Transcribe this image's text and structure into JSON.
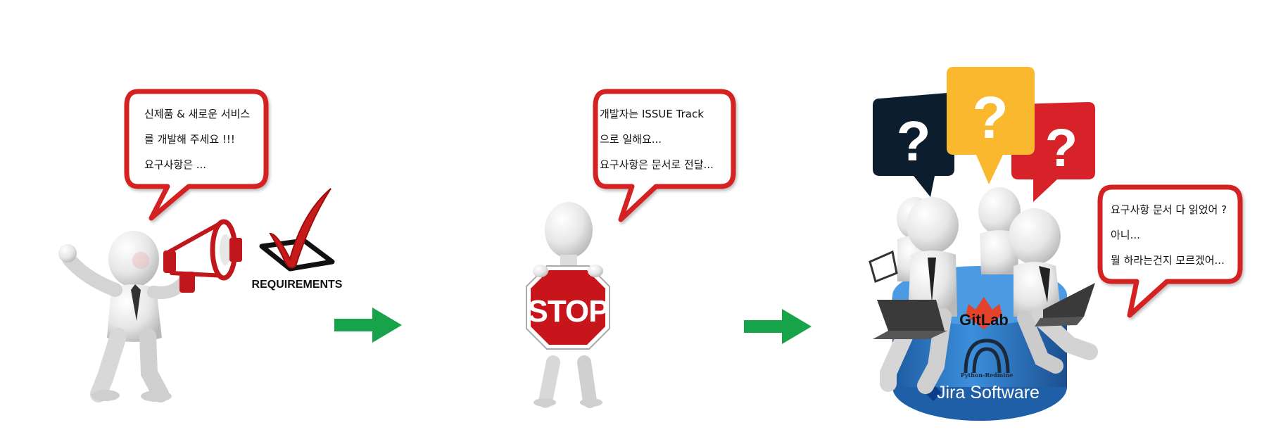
{
  "scenes": [
    {
      "name": "requester",
      "bubble_lines": [
        "신제품 & 새로운 서비스",
        "를 개발해 주세요 !!!",
        "요구사항은 ..."
      ],
      "sign_label": "REQUIREMENTS"
    },
    {
      "name": "developer",
      "bubble_lines": [
        "개발자는 ISSUE Track",
        "으로 일해요...",
        "요구사항은 문서로 전달..."
      ],
      "sign_label": "STOP"
    },
    {
      "name": "team",
      "bubble_lines": [
        "요구사항 문서 다 읽었어 ?",
        "아니...",
        "뭘 하라는건지 모르겠어..."
      ],
      "question_marks": [
        "?",
        "?",
        "?"
      ],
      "platform_labels": [
        "GitLab",
        "Python-Redmine",
        "Jira Software"
      ]
    }
  ],
  "colors": {
    "bubble_border": "#d42020",
    "arrow": "#16a34a",
    "stop_red": "#c8151b",
    "platform_blue": "#2f7fcf",
    "q_navy": "#0c1e2e",
    "q_yellow": "#f9b82d",
    "q_red": "#d8222a"
  }
}
